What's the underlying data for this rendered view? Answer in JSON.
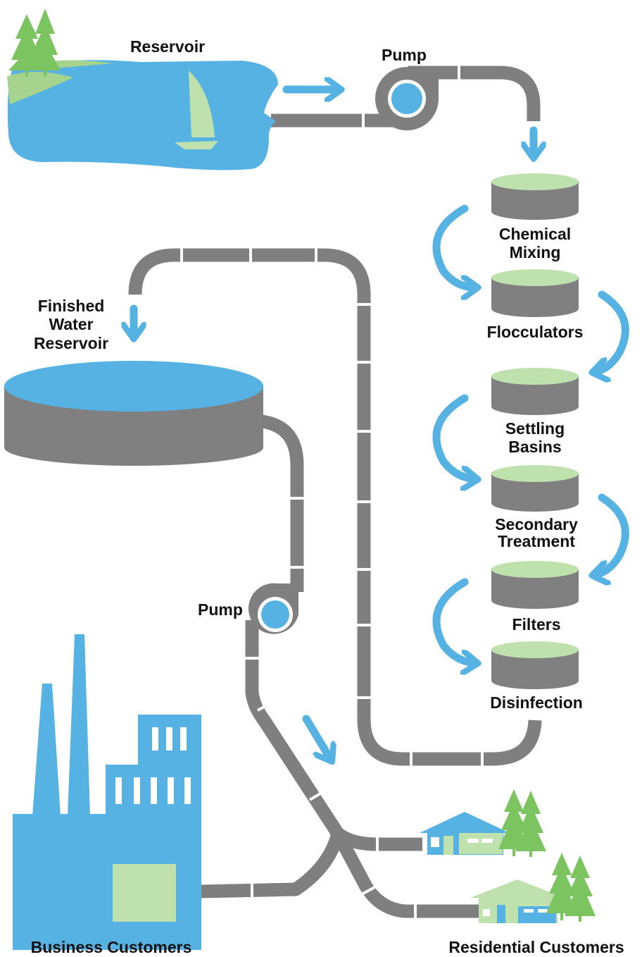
{
  "labels": {
    "reservoir": "Reservoir",
    "pump_top": "Pump",
    "chemical_mixing_1": "Chemical",
    "chemical_mixing_2": "Mixing",
    "flocculators": "Flocculators",
    "settling_1": "Settling",
    "settling_2": "Basins",
    "secondary_1": "Secondary",
    "secondary_2": "Treatment",
    "filters": "Filters",
    "disinfection": "Disinfection",
    "finished_1": "Finished",
    "finished_2": "Water",
    "finished_3": "Reservoir",
    "pump_bottom": "Pump",
    "business": "Business Customers",
    "residential": "Residential Customers"
  },
  "colors": {
    "water": "#56b2e3",
    "pipe": "#7f7f7f",
    "tank": "#808080",
    "tank_top": "#bfe1ae",
    "tree": "#7bc460",
    "land": "#a6d48e",
    "label": "#111111"
  }
}
